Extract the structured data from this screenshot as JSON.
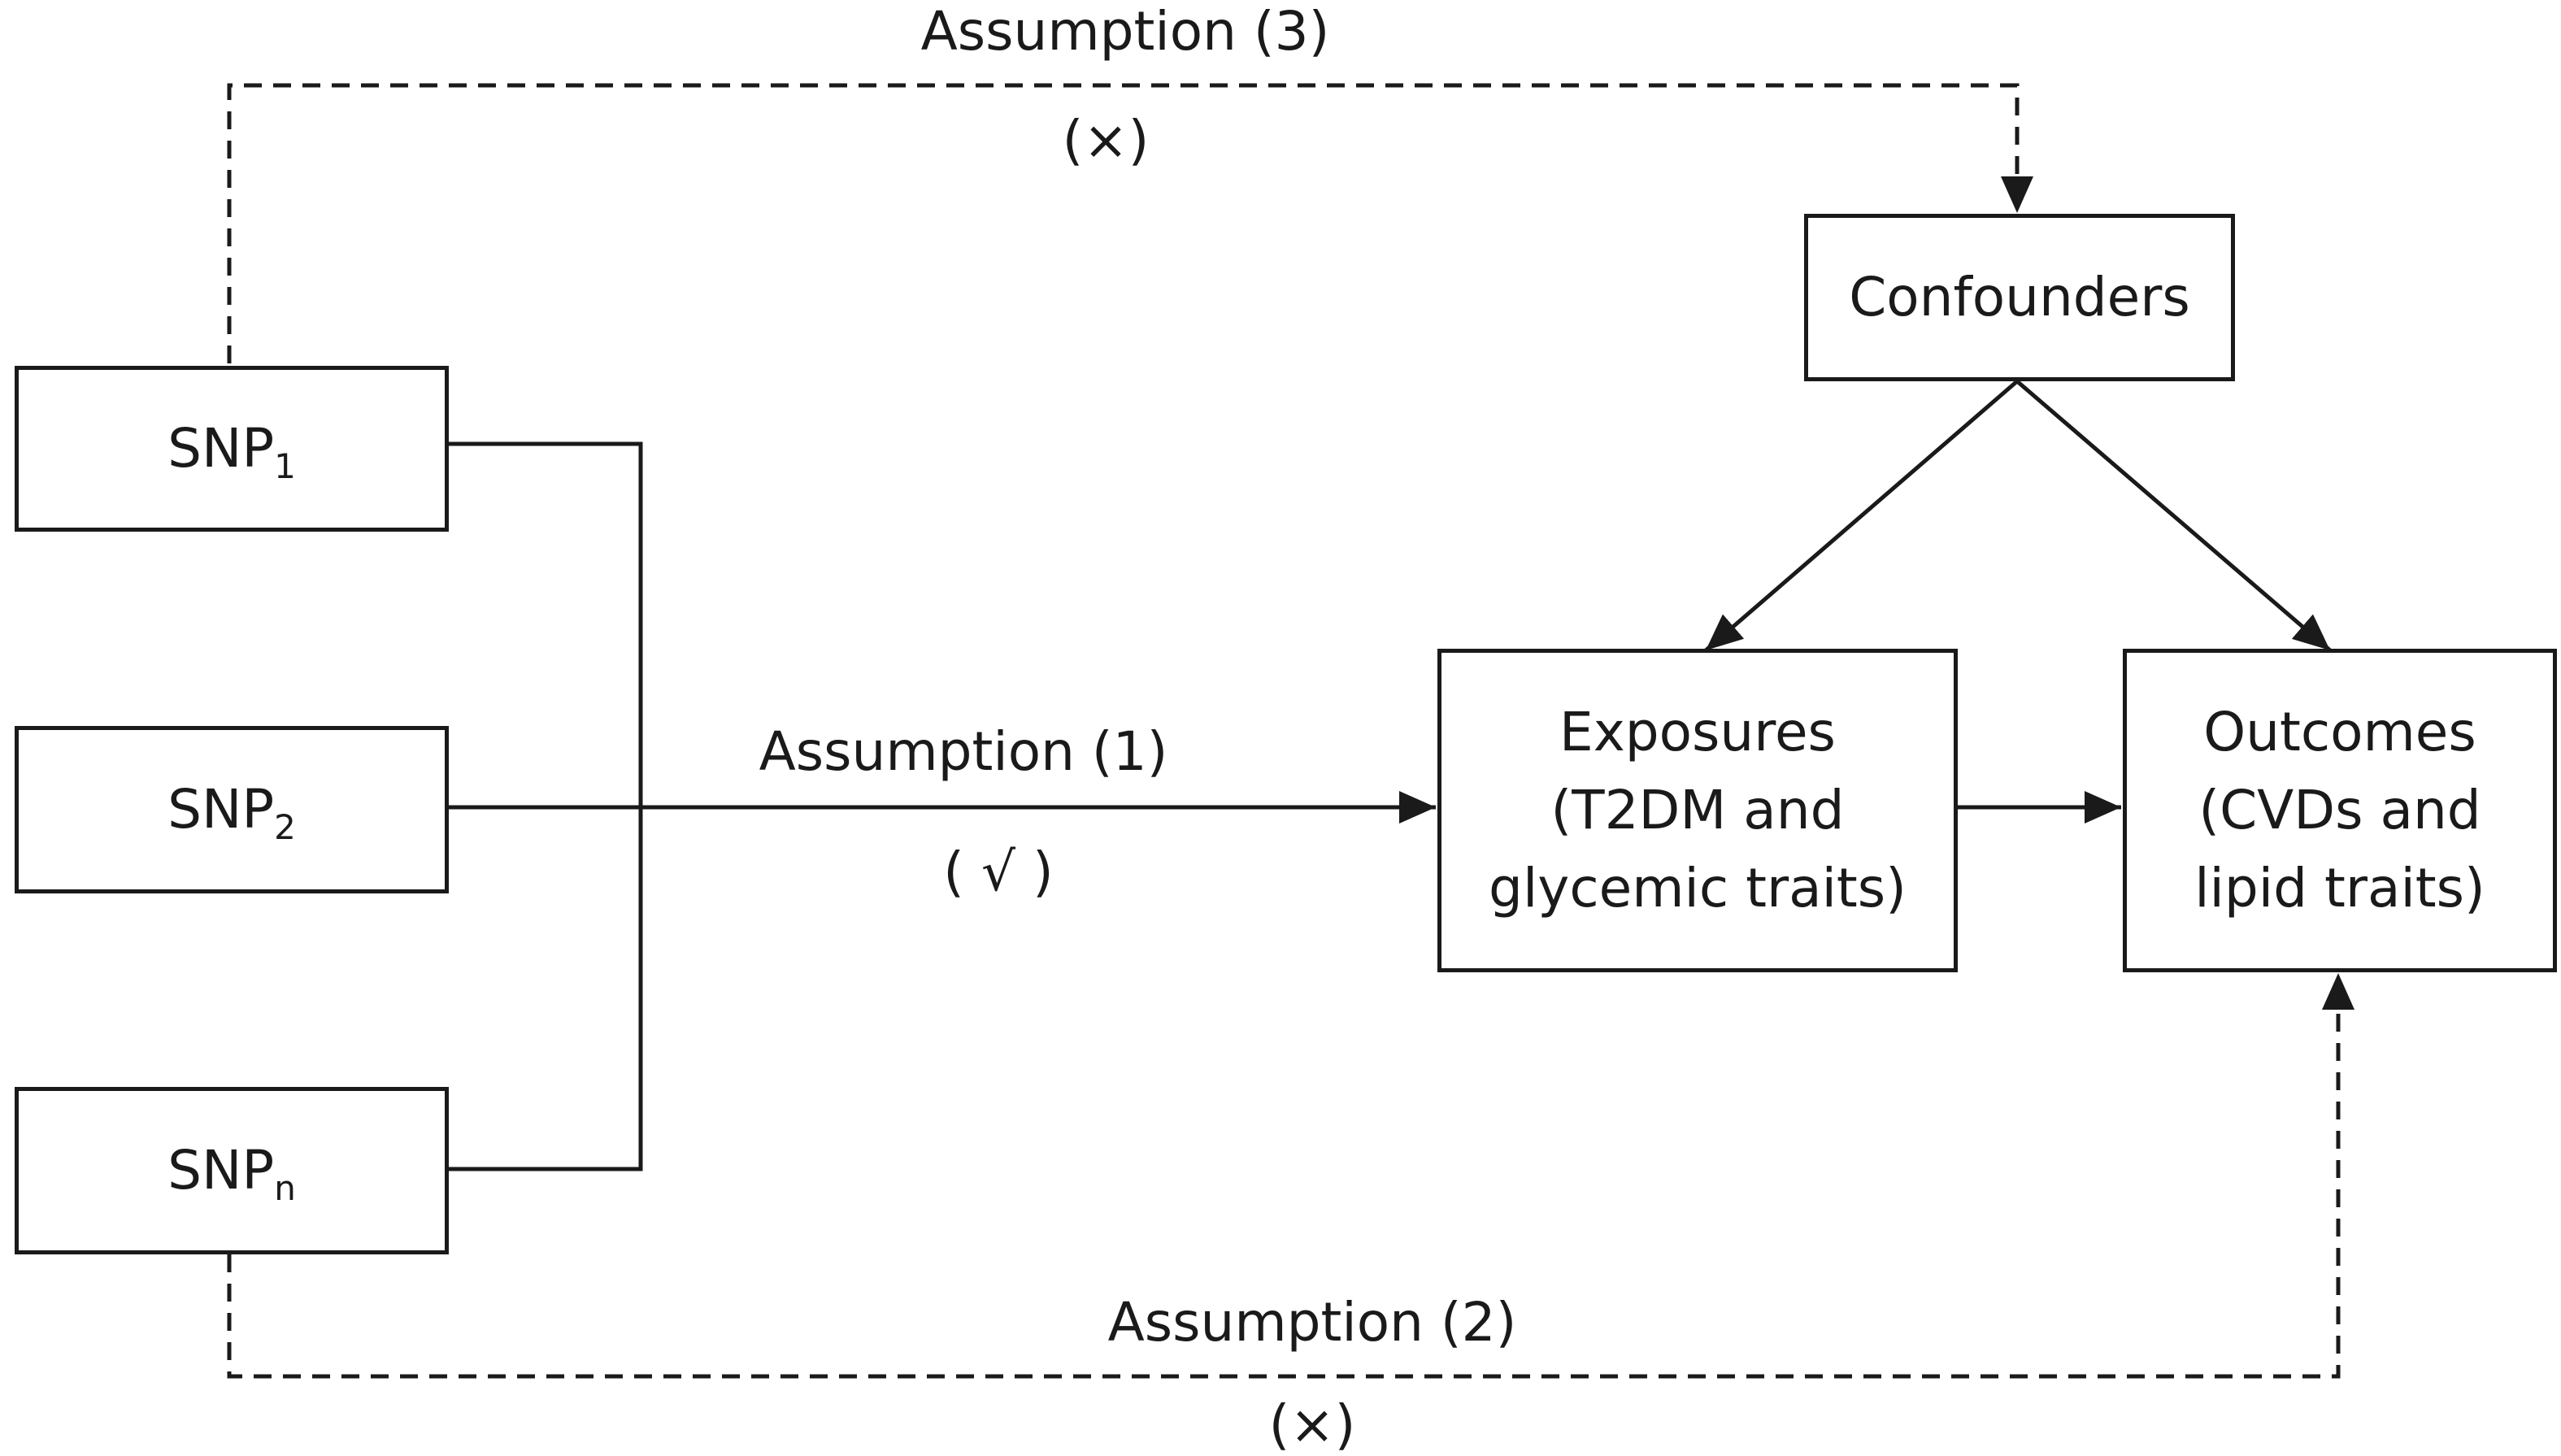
{
  "nodes": {
    "snp1": {
      "base": "SNP",
      "sub": "1"
    },
    "snp2": {
      "base": "SNP",
      "sub": "2"
    },
    "snpn": {
      "base": "SNP",
      "sub": "n"
    },
    "confounders": {
      "label": "Confounders"
    },
    "exposures": {
      "lines": [
        "Exposures",
        "(T2DM and",
        "glycemic traits)"
      ]
    },
    "outcomes": {
      "lines": [
        "Outcomes",
        "(CVDs and",
        "lipid traits)"
      ]
    }
  },
  "edges": {
    "assumption1": {
      "label": "Assumption (1)",
      "mark": "( √ )"
    },
    "assumption2": {
      "label": "Assumption (2)",
      "mark": "(×)"
    },
    "assumption3": {
      "label": "Assumption (3)",
      "mark": "(×)"
    }
  }
}
